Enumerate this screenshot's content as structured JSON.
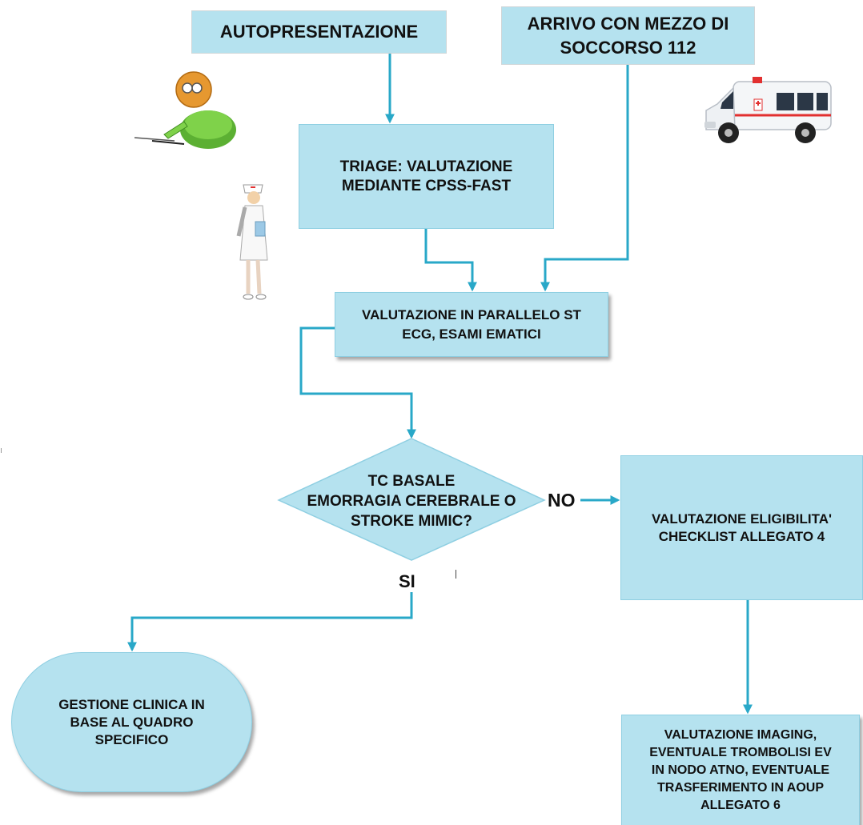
{
  "nodes": {
    "autopresentazione": "AUTOPRESENTAZIONE",
    "arrivo": "ARRIVO CON MEZZO DI\nSOCCORSO 112",
    "triage": "TRIAGE: VALUTAZIONE\nMEDIANTE CPSS-FAST",
    "valutazione_parallelo": "VALUTAZIONE IN PARALLELO ST\nECG, ESAMI EMATICI",
    "decision": "TC BASALE\nEMORRAGIA CEREBRALE O\nSTROKE MIMIC?",
    "eligibilita": "VALUTAZIONE ELIGIBILITA'\nCHECKLIST ALLEGATO 4",
    "gestione": "GESTIONE CLINICA IN\nBASE AL QUADRO\nSPECIFICO",
    "imaging": "VALUTAZIONE IMAGING,\nEVENTUALE TROMBOLISI EV\nIN NODO ATNO, EVENTUALE\nTRASFERIMENTO IN AOUP\nALLEGATO 6"
  },
  "edge_labels": {
    "no": "NO",
    "si": "SI"
  },
  "colors": {
    "box_fill": "#b5e2ef",
    "box_border": "#8fcfe2",
    "connector": "#29a8c8"
  },
  "illustrations": [
    "patient-writing-icon",
    "ambulance-icon",
    "nurse-icon"
  ]
}
